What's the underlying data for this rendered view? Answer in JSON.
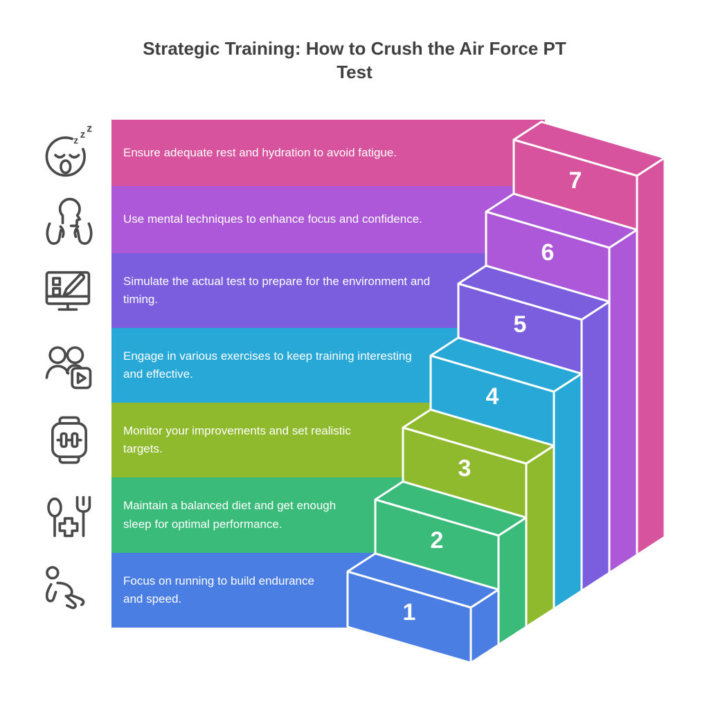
{
  "title": "Strategic Training: How to Crush the Air Force PT Test",
  "palette": {
    "background": "#ffffff",
    "title_color": "#404040",
    "icon_color": "#4a4a4a",
    "edge_outline": "#ffffff",
    "label_text_color": "#ffffff"
  },
  "steps": [
    {
      "number": "7",
      "label": "Ensure adequate rest and hydration to avoid fatigue.",
      "color": "#d8539d",
      "icon": "sleep-icon"
    },
    {
      "number": "6",
      "label": "Use mental techniques to enhance focus and confidence.",
      "color": "#ac58d8",
      "icon": "mindfulness-icon"
    },
    {
      "number": "5",
      "label": "Simulate the actual test to prepare for the environment and timing.",
      "color": "#7a5ede",
      "icon": "test-simulation-icon"
    },
    {
      "number": "4",
      "label": "Engage in various exercises to keep training interesting and effective.",
      "color": "#27a8d6",
      "icon": "group-exercise-icon"
    },
    {
      "number": "3",
      "label": "Monitor your improvements and set realistic targets.",
      "color": "#8fba2e",
      "icon": "progress-watch-icon"
    },
    {
      "number": "2",
      "label": "Maintain a balanced diet and get enough sleep for optimal performance.",
      "color": "#3abb79",
      "icon": "nutrition-icon"
    },
    {
      "number": "1",
      "label": "Focus on running to build endurance and speed.",
      "color": "#4a7ee2",
      "icon": "running-icon"
    }
  ]
}
